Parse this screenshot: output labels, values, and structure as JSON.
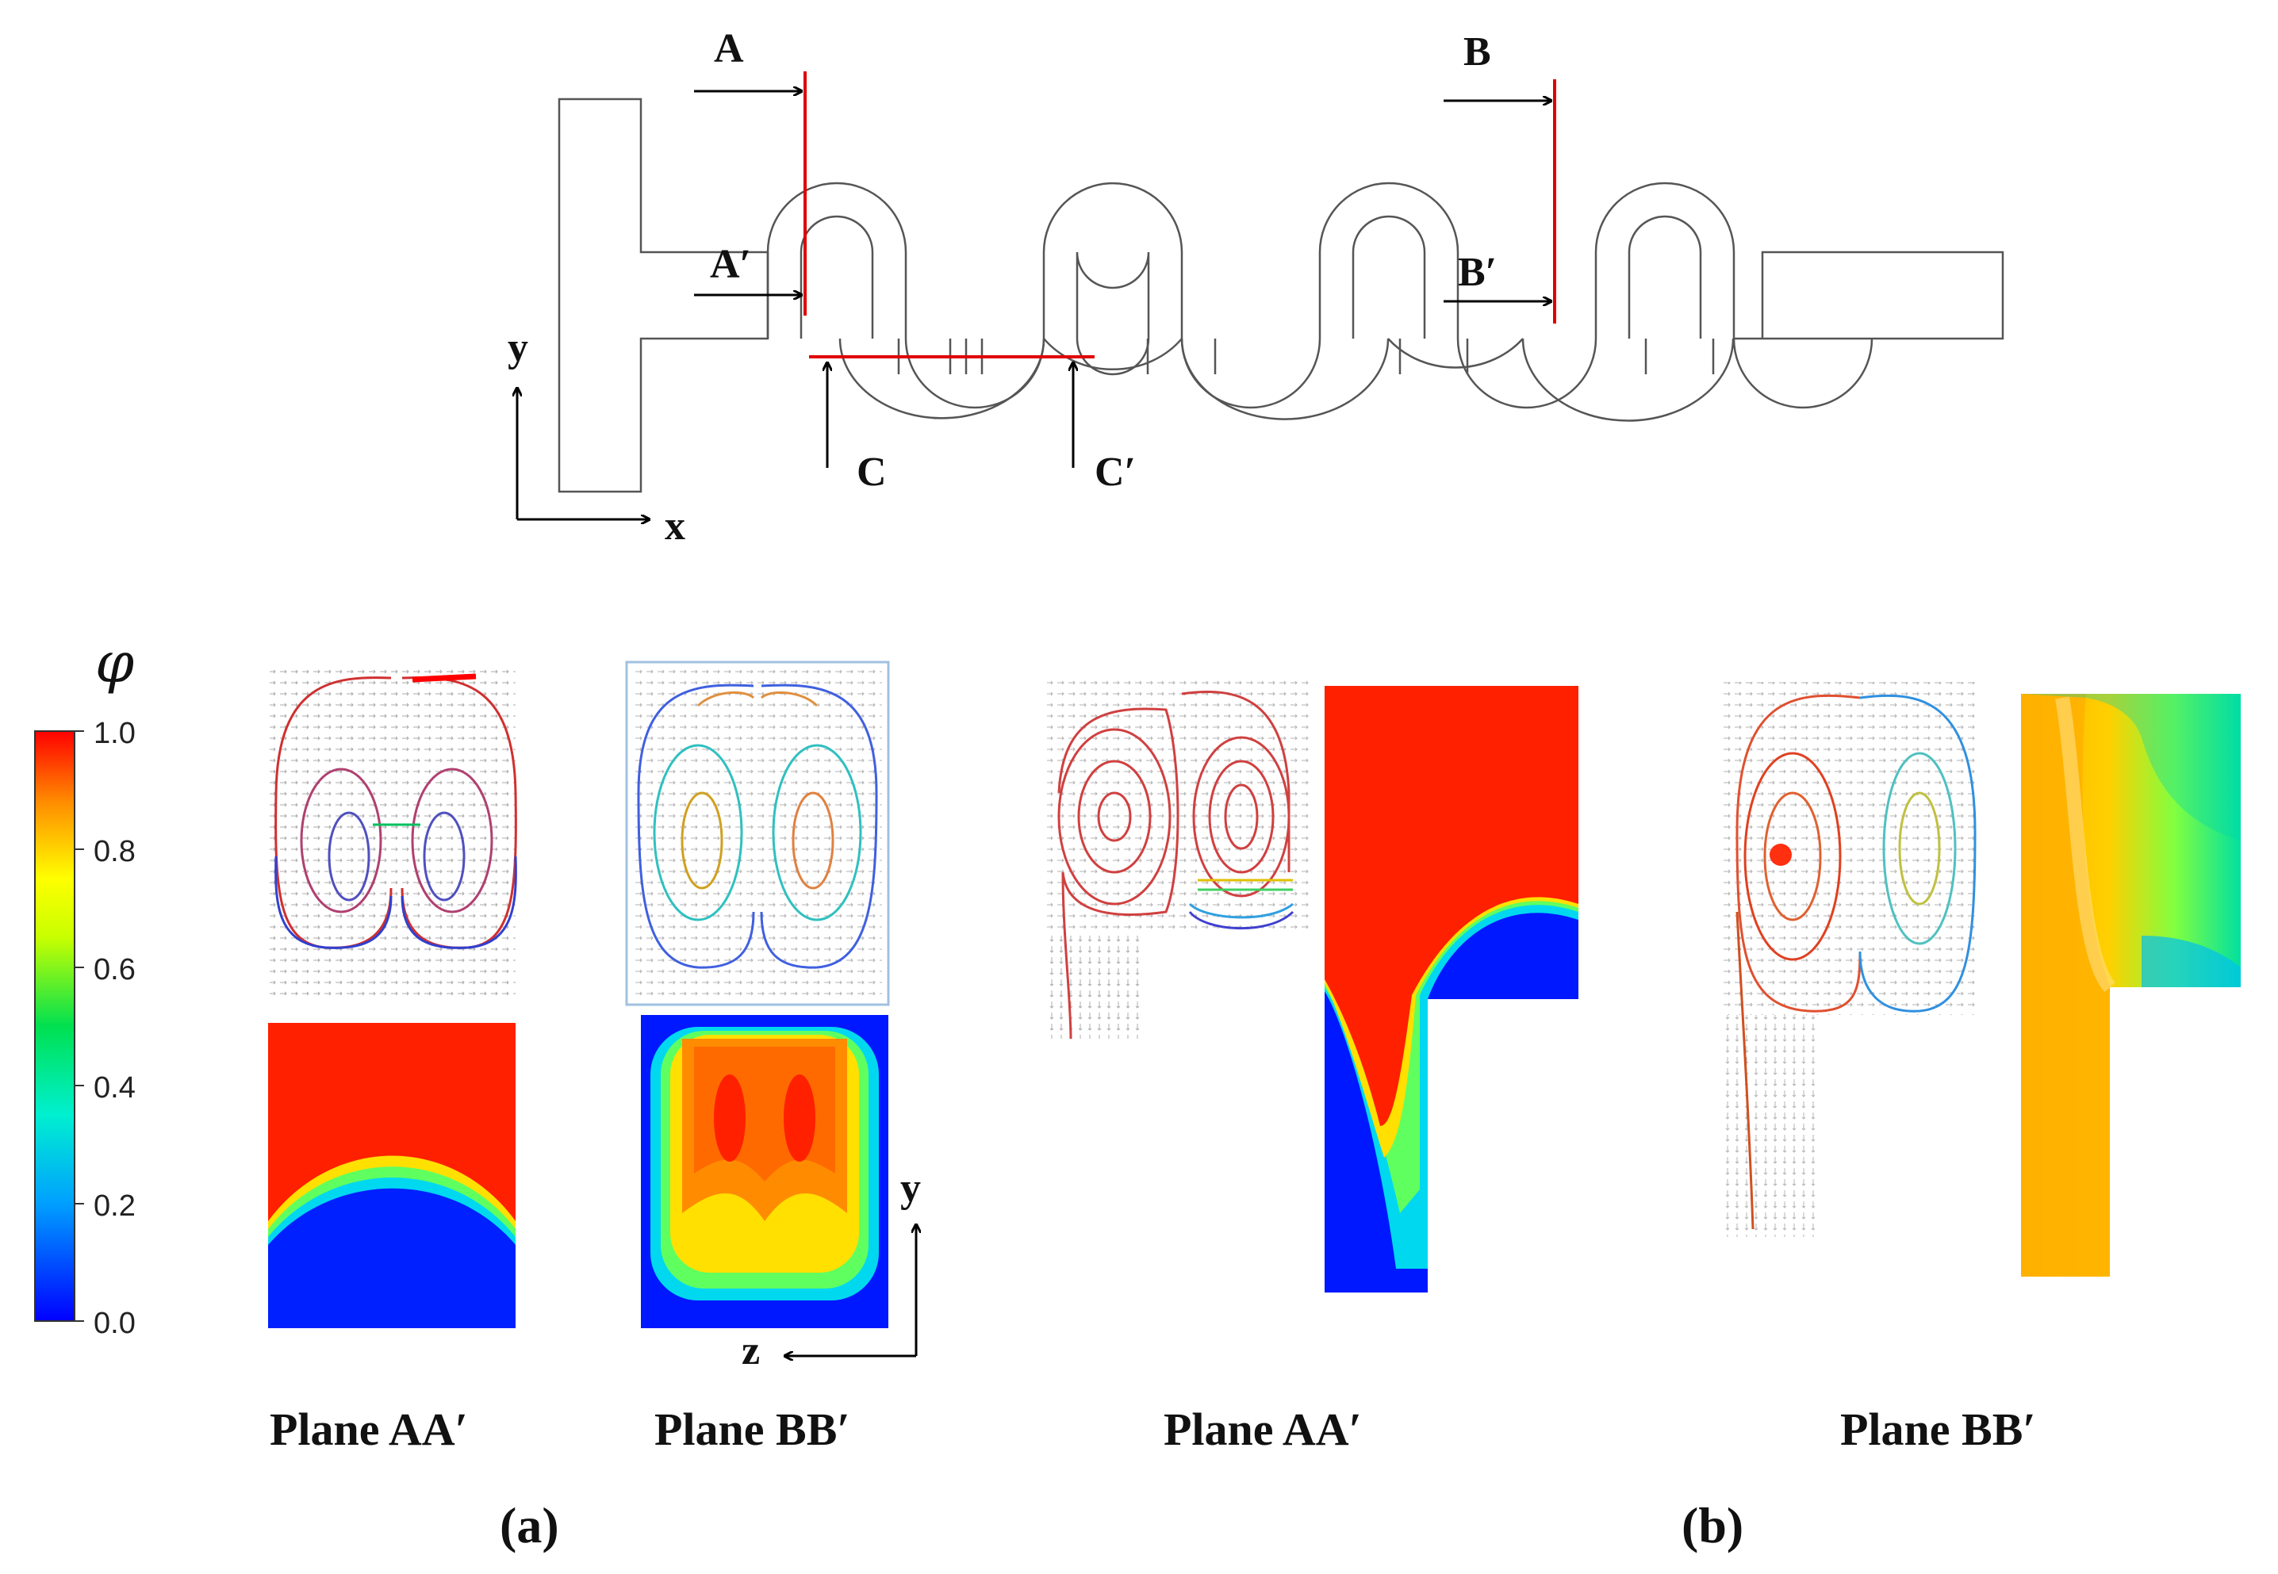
{
  "schematic": {
    "section_labels": {
      "a": "A",
      "a_prime": "A′",
      "b": "B",
      "b_prime": "B′",
      "c": "C",
      "c_prime": "C′"
    },
    "axes": {
      "x": "x",
      "y": "y"
    }
  },
  "colorbar": {
    "symbol": "φ",
    "ticks": [
      "1.0",
      "0.8",
      "0.6",
      "0.4",
      "0.2",
      "0.0"
    ],
    "min": 0.0,
    "max": 1.0,
    "colors": [
      "#0000ff",
      "#00c8ff",
      "#00e08a",
      "#ffff00",
      "#ff8c00",
      "#ff0000"
    ]
  },
  "panel_a": {
    "label": "(a)",
    "plane_aa": "Plane AA′",
    "plane_bb": "Plane BB′",
    "axes": {
      "y": "y",
      "z": "z"
    }
  },
  "panel_b": {
    "label": "(b)",
    "plane_aa": "Plane AA′",
    "plane_bb": "Plane BB′"
  }
}
